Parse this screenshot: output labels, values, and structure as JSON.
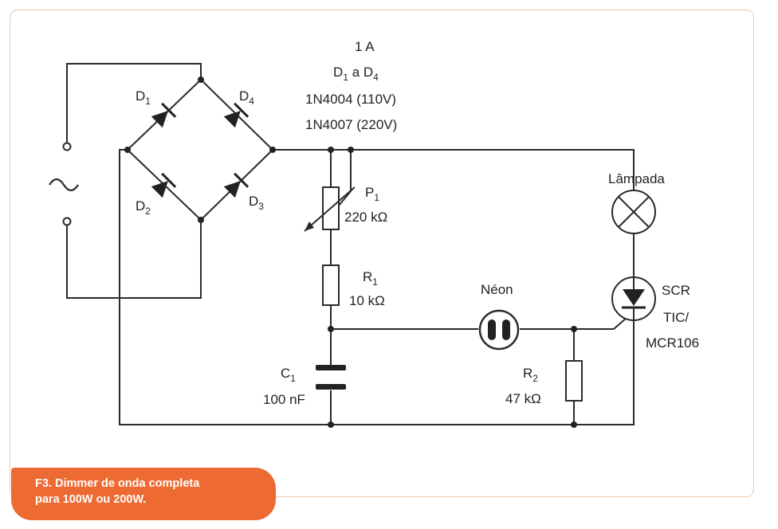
{
  "diagram": {
    "rating": "1 A",
    "diodes_label": {
      "main": "D",
      "sub1": "1",
      "mid": " a D",
      "sub2": "4"
    },
    "diode_type_110": "1N4004 (110V)",
    "diode_type_220": "1N4007 (220V)",
    "ac_symbol": "~",
    "components": {
      "d1": {
        "letter": "D",
        "sub": "1"
      },
      "d2": {
        "letter": "D",
        "sub": "2"
      },
      "d3": {
        "letter": "D",
        "sub": "3"
      },
      "d4": {
        "letter": "D",
        "sub": "4"
      },
      "p1": {
        "letter": "P",
        "sub": "1",
        "value": "220 kΩ"
      },
      "r1": {
        "letter": "R",
        "sub": "1",
        "value": "10 kΩ"
      },
      "c1": {
        "letter": "C",
        "sub": "1",
        "value": "100 nF"
      },
      "r2": {
        "letter": "R",
        "sub": "2",
        "value": "47 kΩ"
      },
      "lamp": {
        "label": "Lâmpada"
      },
      "neon": {
        "label": "Néon"
      },
      "scr": {
        "line1": "SCR",
        "line2": "TIC/",
        "line3": "MCR106"
      }
    }
  },
  "caption": {
    "line1": "F3. Dimmer de onda completa",
    "line2": "para 100W ou 200W."
  },
  "colors": {
    "wire": "#2a2a2a",
    "caption_bg": "#ee6a33",
    "frame_border": "#f0c8a8"
  }
}
